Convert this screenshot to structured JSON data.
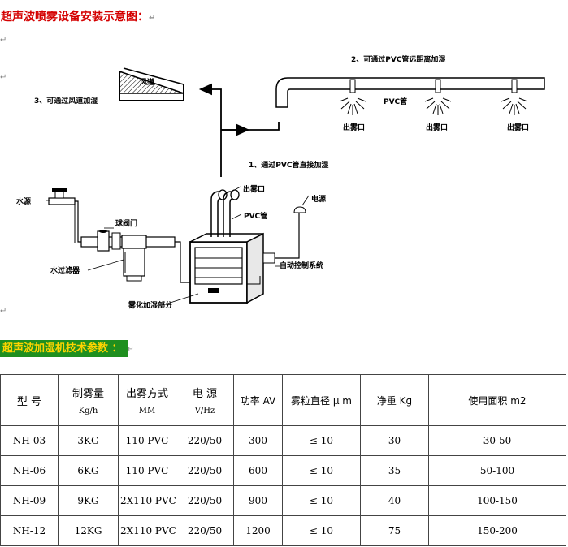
{
  "doc": {
    "title": "超声波喷雾设备安装示意图：",
    "paragraph_mark": "↵",
    "para_marks": [
      "↵",
      "↵",
      "↵",
      "↵"
    ],
    "specs_title": "超声波加湿机技术参数 ："
  },
  "diagram": {
    "label_duct": "风道",
    "label_duct_method": "3、可通过风道加湿",
    "label_pvc_far": "2、可通过PVC管远距离加湿",
    "label_pvc_pipe_top": "PVC管",
    "label_outlet": "出雾口",
    "label_direct": "1、通过PVC管直接加湿",
    "label_outlet_machine": "出雾口",
    "label_pvc_pipe": "PVC管",
    "label_power": "电源",
    "label_water_source": "水源",
    "label_ball_valve": "球阀门",
    "label_water_filter": "水过滤器",
    "label_auto_control": "自动控制系统",
    "label_atomizer": "雾化加湿部分"
  },
  "table": {
    "headers": [
      {
        "main": "型 号",
        "unit": ""
      },
      {
        "main": "制雾量",
        "unit": "Kg/h"
      },
      {
        "main": "出雾方式",
        "unit": "MM"
      },
      {
        "main": "电 源",
        "unit": "V/Hz"
      },
      {
        "main": "功率 AV",
        "unit": ""
      },
      {
        "main": "雾粒直径 μ m",
        "unit": ""
      },
      {
        "main": "净重 Kg",
        "unit": ""
      },
      {
        "main": "使用面积 m2",
        "unit": ""
      }
    ],
    "rows": [
      [
        "NH-03",
        "3KG",
        "110 PVC",
        "220/50",
        "300",
        "≤ 10",
        "30",
        "30-50"
      ],
      [
        "NH-06",
        "6KG",
        "110 PVC",
        "220/50",
        "600",
        "≤ 10",
        "35",
        "50-100"
      ],
      [
        "NH-09",
        "9KG",
        "2X110 PVC",
        "220/50",
        "900",
        "≤ 10",
        "40",
        "100-150"
      ],
      [
        "NH-12",
        "12KG",
        "2X110 PVC",
        "220/50",
        "1200",
        "≤ 10",
        "75",
        "150-200"
      ]
    ]
  }
}
